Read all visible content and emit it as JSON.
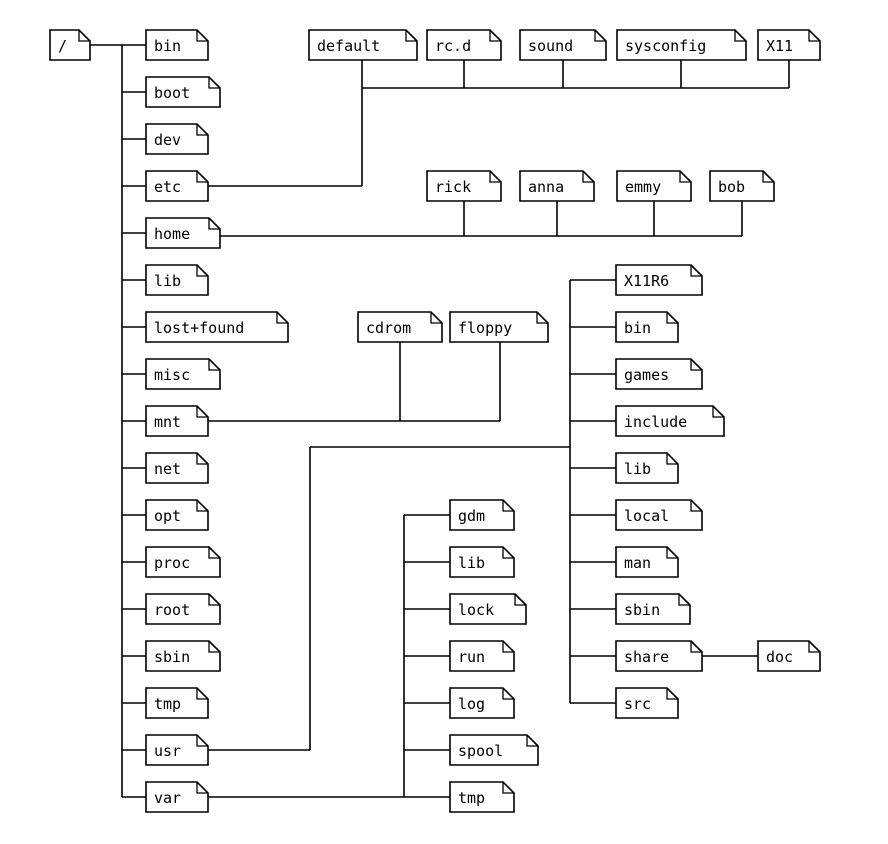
{
  "diagram": {
    "type": "directory-tree",
    "root": "/",
    "nodes": {
      "root": "/",
      "bin": "bin",
      "boot": "boot",
      "dev": "dev",
      "etc": "etc",
      "home": "home",
      "lib": "lib",
      "lost_found": "lost+found",
      "misc": "misc",
      "mnt": "mnt",
      "net": "net",
      "opt": "opt",
      "proc": "proc",
      "root_dir": "root",
      "sbin": "sbin",
      "tmp": "tmp",
      "usr": "usr",
      "var": "var",
      "etc_default": "default",
      "etc_rcd": "rc.d",
      "etc_sound": "sound",
      "etc_sysconfig": "sysconfig",
      "etc_x11": "X11",
      "home_rick": "rick",
      "home_anna": "anna",
      "home_emmy": "emmy",
      "home_bob": "bob",
      "mnt_cdrom": "cdrom",
      "mnt_floppy": "floppy",
      "usr_x11r6": "X11R6",
      "usr_bin": "bin",
      "usr_games": "games",
      "usr_include": "include",
      "usr_lib": "lib",
      "usr_local": "local",
      "usr_man": "man",
      "usr_sbin": "sbin",
      "usr_share": "share",
      "usr_src": "src",
      "usr_share_doc": "doc",
      "var_gdm": "gdm",
      "var_lib": "lib",
      "var_lock": "lock",
      "var_run": "run",
      "var_log": "log",
      "var_spool": "spool",
      "var_tmp": "tmp"
    },
    "edges": [
      [
        "root",
        "bin"
      ],
      [
        "root",
        "boot"
      ],
      [
        "root",
        "dev"
      ],
      [
        "root",
        "etc"
      ],
      [
        "root",
        "home"
      ],
      [
        "root",
        "lib"
      ],
      [
        "root",
        "lost_found"
      ],
      [
        "root",
        "misc"
      ],
      [
        "root",
        "mnt"
      ],
      [
        "root",
        "net"
      ],
      [
        "root",
        "opt"
      ],
      [
        "root",
        "proc"
      ],
      [
        "root",
        "root_dir"
      ],
      [
        "root",
        "sbin"
      ],
      [
        "root",
        "tmp"
      ],
      [
        "root",
        "usr"
      ],
      [
        "root",
        "var"
      ],
      [
        "etc",
        "etc_default"
      ],
      [
        "etc",
        "etc_rcd"
      ],
      [
        "etc",
        "etc_sound"
      ],
      [
        "etc",
        "etc_sysconfig"
      ],
      [
        "etc",
        "etc_x11"
      ],
      [
        "home",
        "home_rick"
      ],
      [
        "home",
        "home_anna"
      ],
      [
        "home",
        "home_emmy"
      ],
      [
        "home",
        "home_bob"
      ],
      [
        "mnt",
        "mnt_cdrom"
      ],
      [
        "mnt",
        "mnt_floppy"
      ],
      [
        "usr",
        "usr_x11r6"
      ],
      [
        "usr",
        "usr_bin"
      ],
      [
        "usr",
        "usr_games"
      ],
      [
        "usr",
        "usr_include"
      ],
      [
        "usr",
        "usr_lib"
      ],
      [
        "usr",
        "usr_local"
      ],
      [
        "usr",
        "usr_man"
      ],
      [
        "usr",
        "usr_sbin"
      ],
      [
        "usr",
        "usr_share"
      ],
      [
        "usr",
        "usr_src"
      ],
      [
        "usr_share",
        "usr_share_doc"
      ],
      [
        "var",
        "var_gdm"
      ],
      [
        "var",
        "var_lib"
      ],
      [
        "var",
        "var_lock"
      ],
      [
        "var",
        "var_run"
      ],
      [
        "var",
        "var_log"
      ],
      [
        "var",
        "var_spool"
      ],
      [
        "var",
        "var_tmp"
      ]
    ]
  }
}
